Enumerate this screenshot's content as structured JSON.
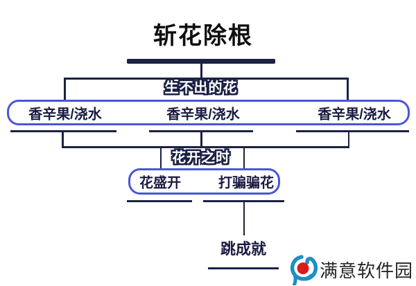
{
  "chart": {
    "title": "斩花除根",
    "tier1_label": "生不出的花",
    "tier1_items": [
      "香辛果/浇水",
      "香辛果/浇水",
      "香辛果/浇水"
    ],
    "tier2_label": "花开之时",
    "tier2_items": [
      "花盛开",
      "打骗骗花"
    ],
    "tier3_item": "跳成就"
  },
  "watermark": {
    "name": "满意软件园",
    "icon": "swirl-logo-icon"
  },
  "colors": {
    "background": "#ffffff",
    "line": "#1b2144",
    "box_border": "#4a55d8",
    "box_text": "#1a1a42",
    "label_fill": "#ffffff",
    "label_outline": "#1b2144",
    "title": "#0f0f12",
    "logo_blue": "#1e8fc5",
    "logo_red": "#da1b1b",
    "logo_text": "#26262a"
  }
}
